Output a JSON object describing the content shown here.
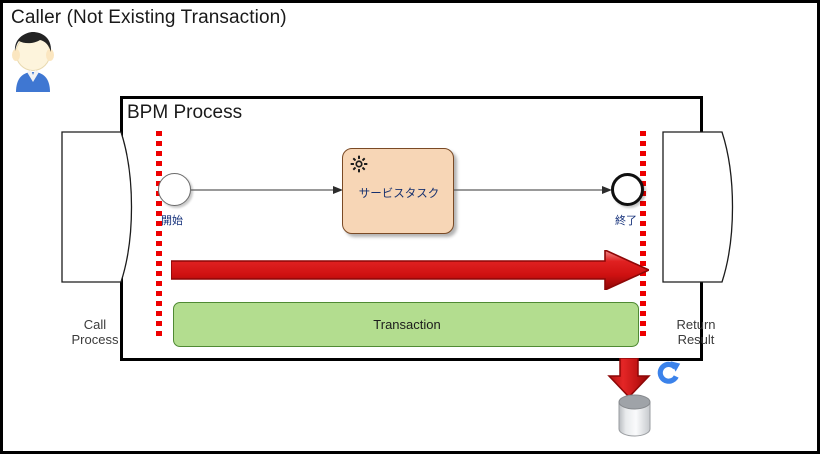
{
  "diagram": {
    "title": "Caller (Not Existing Transaction)",
    "actor": {
      "icon": "person-avatar-icon"
    },
    "container": {
      "label": "BPM Process"
    },
    "call_process": {
      "label_line1": "Call",
      "label_line2": "Process"
    },
    "return_result": {
      "label_line1": "Return",
      "label_line2": "Result"
    },
    "events": {
      "start": {
        "label": "開始",
        "icon": "start-event-icon"
      },
      "end": {
        "label": "終了",
        "icon": "end-event-icon"
      }
    },
    "service_task": {
      "label": "サービスタスク",
      "icon": "gear-icon"
    },
    "transaction": {
      "band_label": "Transaction",
      "boundary_icon": "red-dotted-boundary-icon",
      "scope_arrow_icon": "red-right-arrow-icon"
    },
    "persistence": {
      "commit_arrow_icon": "red-down-arrow-icon",
      "database_icon": "database-cylinder-icon",
      "refresh_icon": "blue-refresh-icon"
    },
    "colors": {
      "boundary_red": "#ee0000",
      "arrow_red_dark": "#9e0b0b",
      "arrow_red_light": "#e23b3b",
      "task_fill": "#f7d6b6",
      "task_stroke": "#7a4a25",
      "transaction_fill": "#b3dd8f",
      "transaction_stroke": "#4f8a33",
      "refresh_blue": "#3b82ea",
      "label_navy": "#16306e",
      "frame_black": "#000000"
    }
  }
}
